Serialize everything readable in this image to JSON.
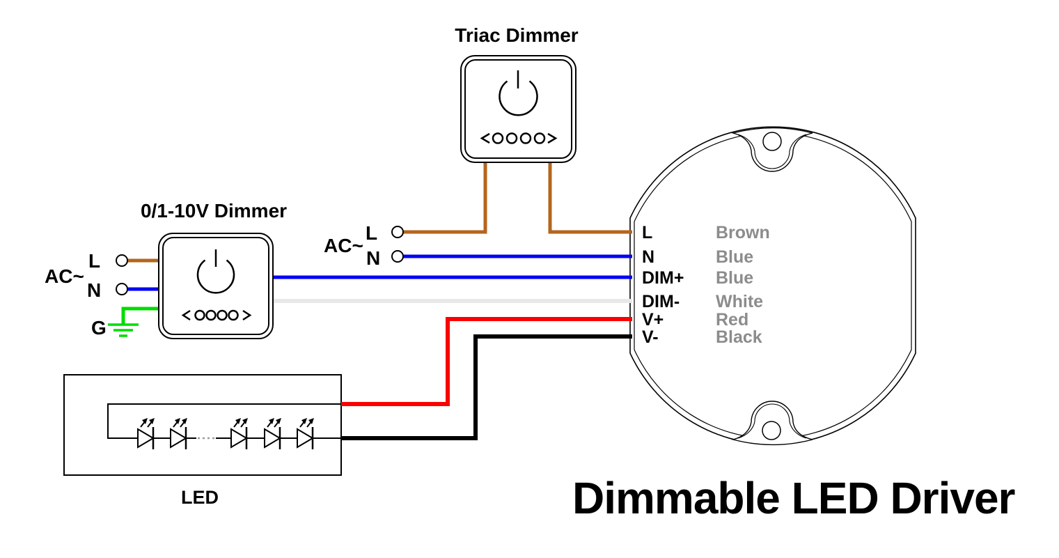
{
  "triac_dimmer": {
    "title": "Triac Dimmer"
  },
  "v10_dimmer": {
    "title": "0/1-10V Dimmer"
  },
  "led_module": {
    "label": "LED"
  },
  "ac_input_left": {
    "label": "AC~",
    "live": "L",
    "neutral": "N",
    "ground": "G"
  },
  "ac_input_right": {
    "label": "AC~",
    "live": "L",
    "neutral": "N"
  },
  "driver": {
    "title": "Dimmable LED Driver",
    "terminals": [
      {
        "name": "L",
        "wire_color_label": "Brown"
      },
      {
        "name": "N",
        "wire_color_label": "Blue"
      },
      {
        "name": "DIM+",
        "wire_color_label": "Blue"
      },
      {
        "name": "DIM-",
        "wire_color_label": "White"
      },
      {
        "name": "V+",
        "wire_color_label": "Red"
      },
      {
        "name": "V-",
        "wire_color_label": "Black"
      }
    ]
  },
  "colors": {
    "brown": "#B4651C",
    "blue": "#0202F2",
    "white_wire": "#E8E8E8",
    "red": "#FB0000",
    "black": "#000000",
    "green": "#00DC00",
    "label_gray": "#8C8C8C"
  }
}
